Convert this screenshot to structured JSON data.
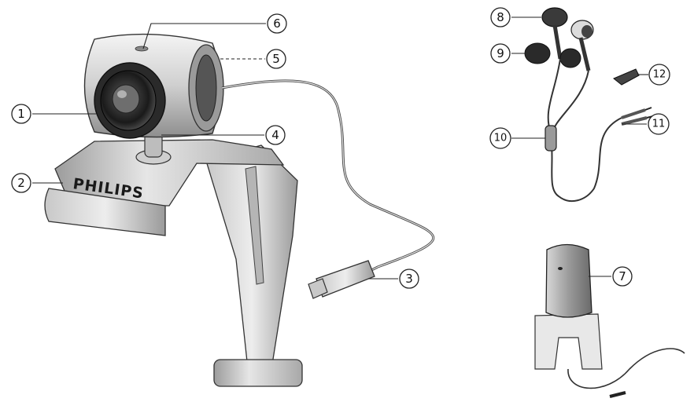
{
  "brand_label": "PHILIPS",
  "callouts": [
    {
      "number": "1",
      "part": "lens"
    },
    {
      "number": "2",
      "part": "clamp"
    },
    {
      "number": "3",
      "part": "usb-plug"
    },
    {
      "number": "4",
      "part": "swivel-joint"
    },
    {
      "number": "5",
      "part": "rear-side"
    },
    {
      "number": "6",
      "part": "top-of-camera"
    },
    {
      "number": "7",
      "part": "microphone"
    },
    {
      "number": "8",
      "part": "earbud"
    },
    {
      "number": "9",
      "part": "ear-cushion"
    },
    {
      "number": "10",
      "part": "inline-control"
    },
    {
      "number": "11",
      "part": "audio-jacks"
    },
    {
      "number": "12",
      "part": "clip"
    }
  ],
  "icons": [
    "webcam-illustration",
    "usb-cable",
    "earphones-illustration",
    "microphone-illustration"
  ]
}
